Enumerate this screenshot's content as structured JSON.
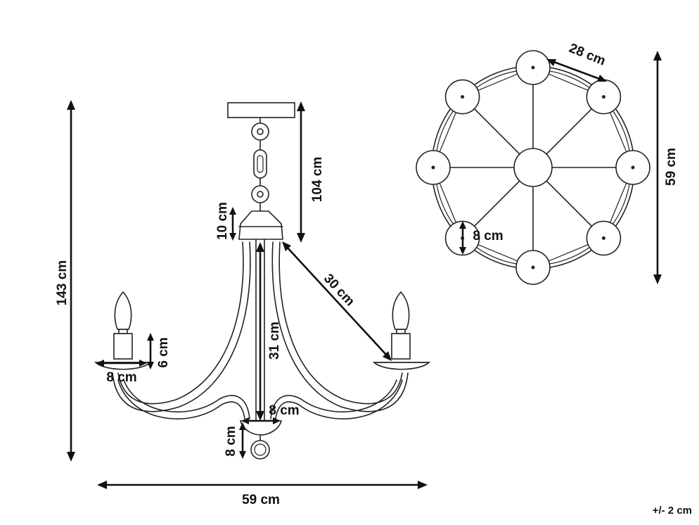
{
  "dimensions": {
    "total_height": "143 cm",
    "chain_length": "104 cm",
    "canopy_height": "10 cm",
    "arm_length": "30 cm",
    "body_height": "31 cm",
    "candle_height": "6 cm",
    "cup_width": "8 cm",
    "bottom_width": "8 cm",
    "finial_height": "8 cm",
    "total_width": "59 cm",
    "top_spacing": "28 cm",
    "top_diameter": "59 cm",
    "top_cup": "8 cm"
  },
  "tolerance": "+/- 2 cm",
  "colors": {
    "line": "#222222",
    "dimension": "#111111",
    "background": "#ffffff"
  }
}
